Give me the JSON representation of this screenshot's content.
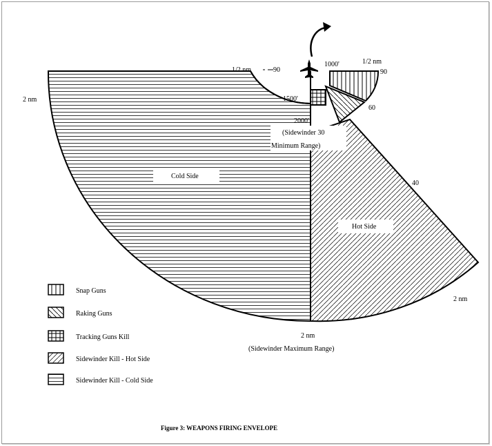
{
  "labels": {
    "range_2nm_left": "2 nm",
    "half_nm_left": "1/2 nm",
    "angle_90_left": "90",
    "ft_1000": "1000'",
    "half_nm_right": "1/2 nm",
    "angle_90_right": "90",
    "ft_1500": "1500'",
    "angle_60": "60",
    "ft_2000": "2000'",
    "sidewinder_min_1": "(Sidewinder 30",
    "sidewinder_min_2": "Minimum Range)",
    "angle_40": "40",
    "cold_side": "Cold Side",
    "hot_side": "Hot Side",
    "range_2nm_right": "2 nm",
    "range_2nm_bottom": "2 nm",
    "sidewinder_max": "(Sidewinder Maximum Range)"
  },
  "legend": [
    {
      "pattern": "vertical-lines",
      "label": "Snap Guns"
    },
    {
      "pattern": "diagonal-backslash",
      "label": "Raking Guns"
    },
    {
      "pattern": "grid-lines",
      "label": "Tracking Guns Kill"
    },
    {
      "pattern": "diagonal-slash",
      "label": "Sidewinder Kill - Hot Side"
    },
    {
      "pattern": "horizontal-lines",
      "label": "Sidewinder Kill - Cold Side"
    }
  ],
  "caption": "Figure 3: WEAPONS FIRING ENVELOPE",
  "icons": {
    "aircraft": "fighter-jet-icon",
    "turn_arrow": "curved-arrow-icon"
  }
}
